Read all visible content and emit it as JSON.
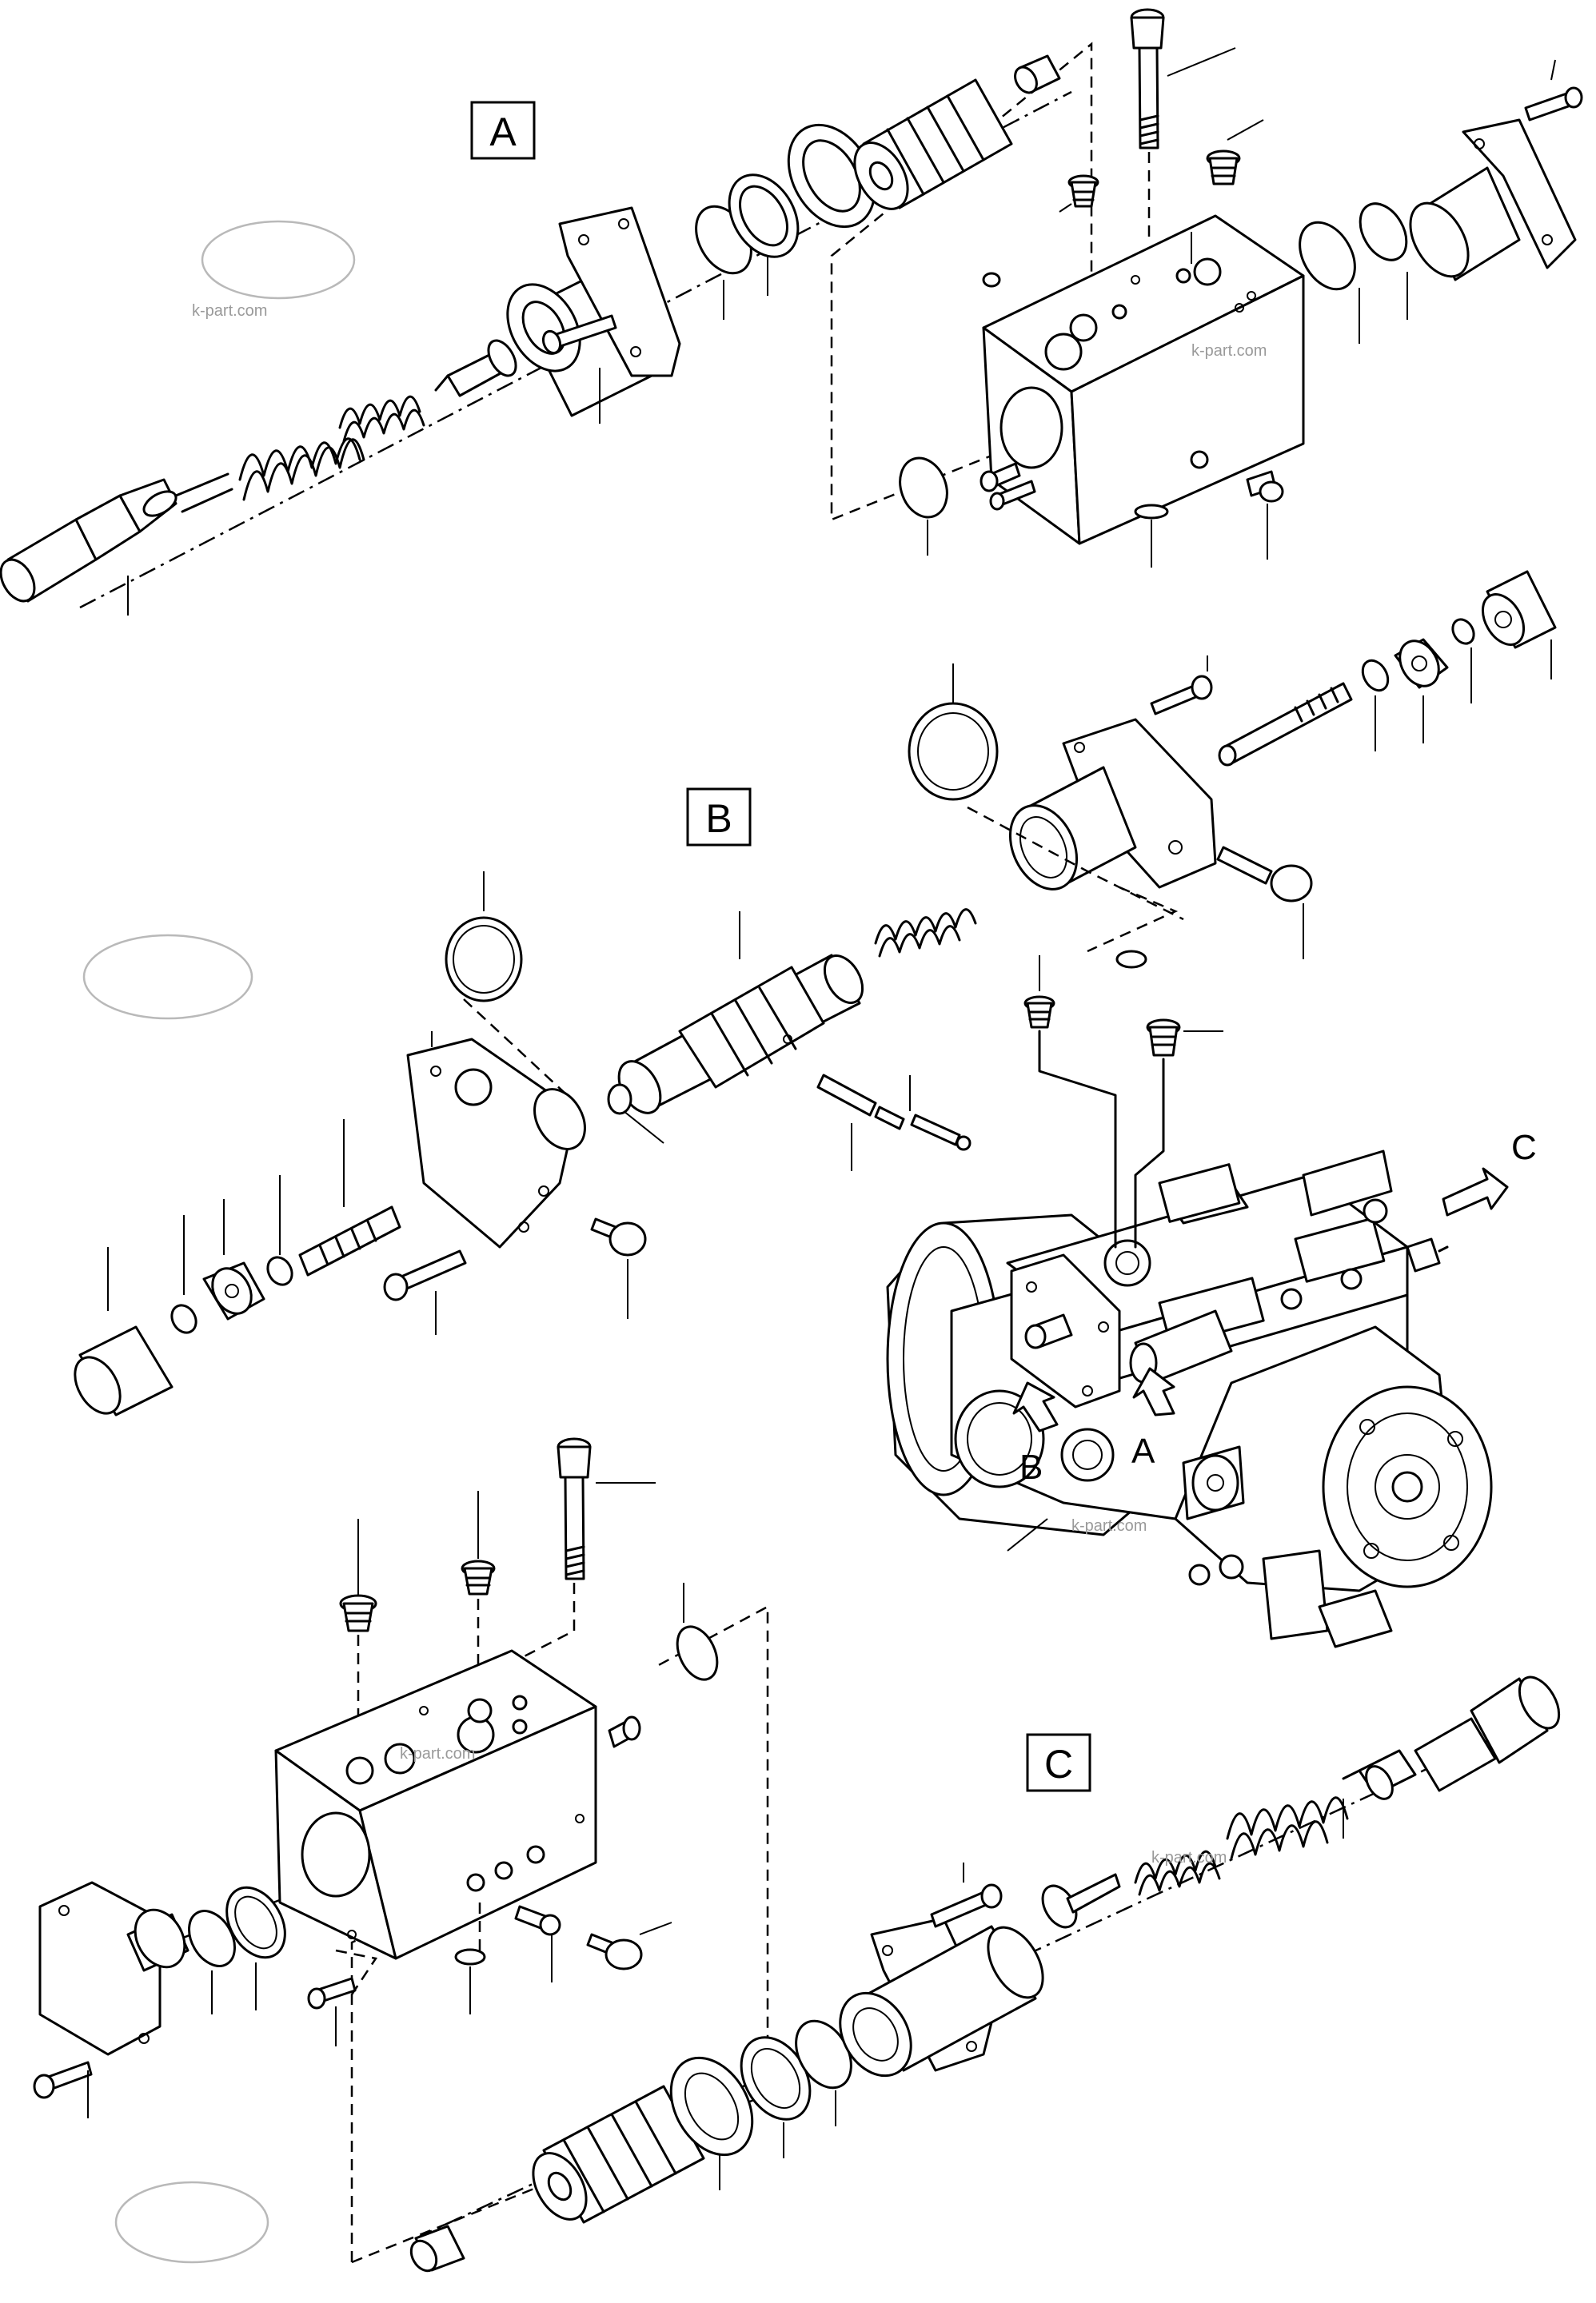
{
  "section_labels": {
    "a": "A",
    "b": "B",
    "c": "C"
  },
  "view_arrows": {
    "a": "A",
    "b": "B",
    "c": "C"
  },
  "watermark": "k-part.com"
}
